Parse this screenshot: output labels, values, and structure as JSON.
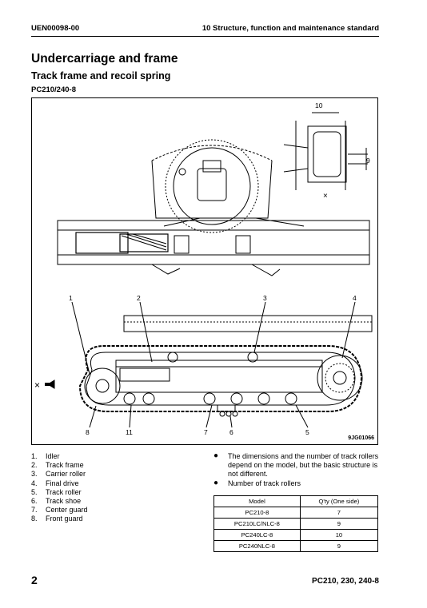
{
  "header": {
    "doc_code": "UEN00098-00",
    "section": "10 Structure, function and maintenance standard"
  },
  "title": "Undercarriage and frame",
  "subtitle": "Track frame and recoil spring",
  "model_line": "PC210/240-8",
  "figure": {
    "code": "9JG01066",
    "dim_10": "10",
    "dim_9": "9",
    "x_mark": "×",
    "callouts": [
      "1",
      "2",
      "3",
      "4",
      "5",
      "6",
      "7",
      "8",
      "11"
    ]
  },
  "legend": [
    {
      "num": "1.",
      "label": "Idler"
    },
    {
      "num": "2.",
      "label": "Track frame"
    },
    {
      "num": "3.",
      "label": "Carrier roller"
    },
    {
      "num": "4.",
      "label": "Final drive"
    },
    {
      "num": "5.",
      "label": "Track roller"
    },
    {
      "num": "6.",
      "label": "Track shoe"
    },
    {
      "num": "7.",
      "label": "Center guard"
    },
    {
      "num": "8.",
      "label": "Front guard"
    }
  ],
  "notes": {
    "bullet": "●",
    "note1": "The dimensions and the number of track rollers depend on the model, but the basic structure is not different.",
    "note2": "Number of track rollers"
  },
  "table": {
    "headers": [
      "Model",
      "Q'ty (One side)"
    ],
    "rows": [
      [
        "PC210-8",
        "7"
      ],
      [
        "PC210LC/NLC-8",
        "9"
      ],
      [
        "PC240LC-8",
        "10"
      ],
      [
        "PC240NLC-8",
        "9"
      ]
    ]
  },
  "footer": {
    "page": "2",
    "models": "PC210, 230, 240-8"
  }
}
